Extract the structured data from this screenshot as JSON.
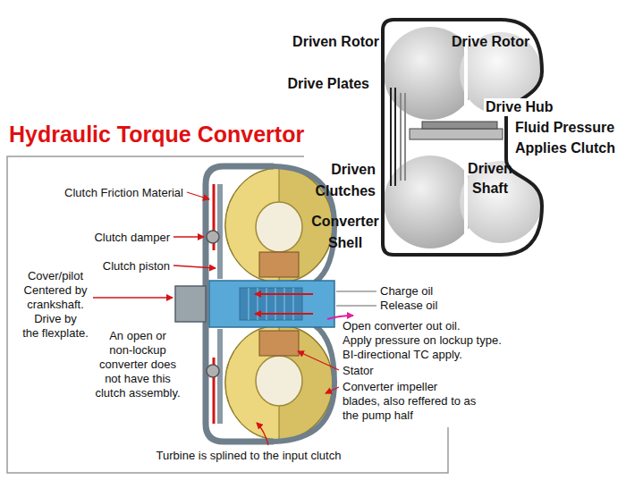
{
  "diagram": {
    "title": "Hydraulic Torque Convertor",
    "labels": [
      "Driven Rotor",
      "Drive Rotor",
      "Drive Plates",
      "Drive Hub",
      "Fluid Pressure Applies Clutch",
      "Driven Shaft",
      "Driven Clutches",
      "Converter Shell",
      "Clutch Friction Material",
      "Clutch damper",
      "Clutch piston",
      "Cover/pilot Centered by crankshaft. Drive by the flexplate.",
      "An open or non-lockup converter does not have this clutch assembly.",
      "Charge oil",
      "Release oil",
      "Open converter out oil. Apply pressure on lockup type. BI-directional TC apply.",
      "Stator",
      "Converter impeller blades, also reffered to as the pump half",
      "Turbine is splined to the input clutch"
    ]
  }
}
